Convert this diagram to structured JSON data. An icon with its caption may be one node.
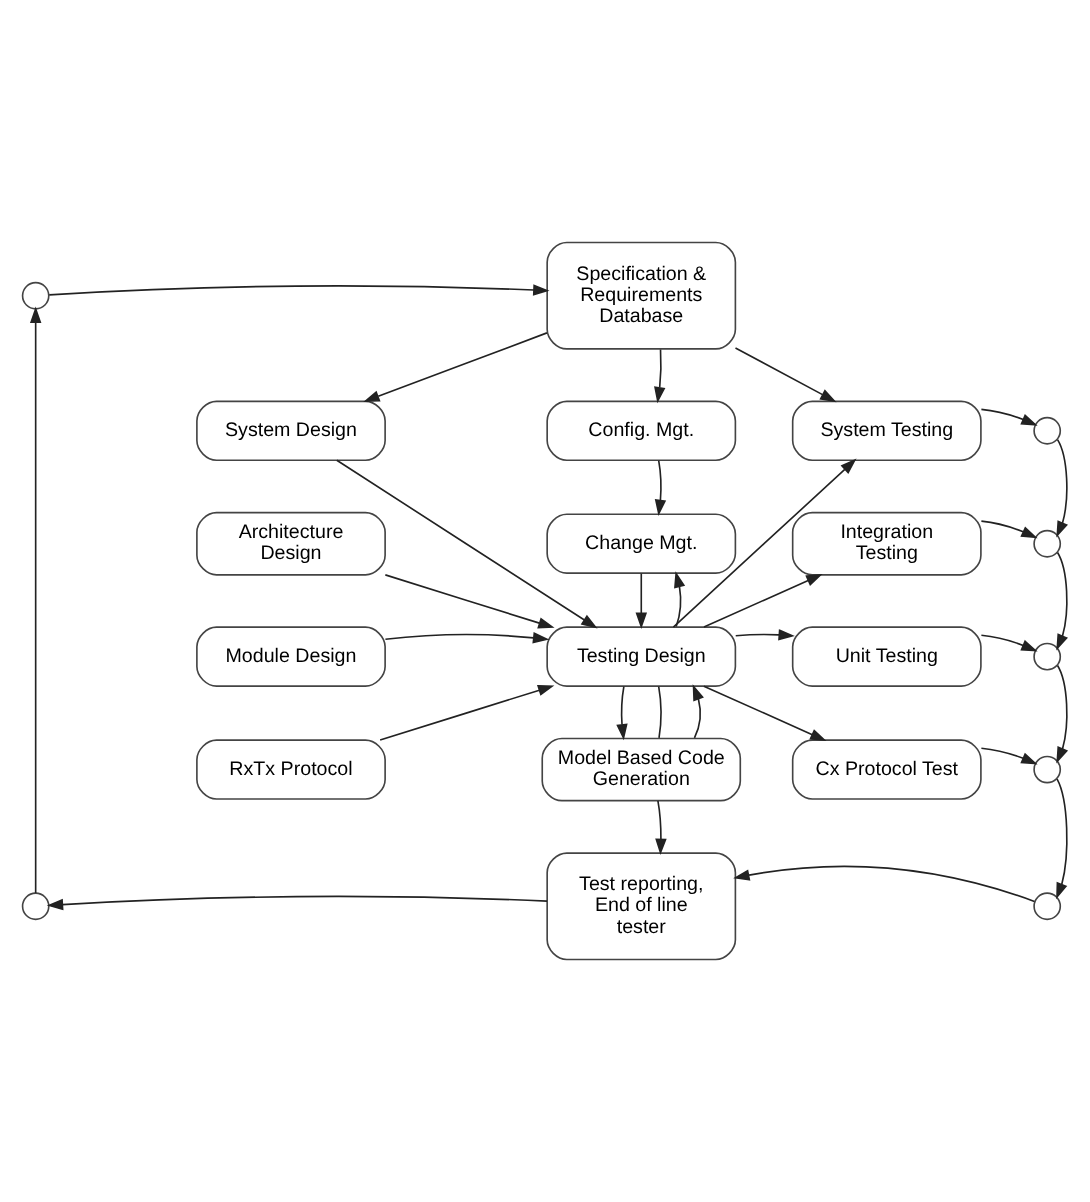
{
  "diagram": {
    "nodes": [
      {
        "text": [
          "Specification & Requirements Database"
        ]
      },
      {
        "text": [
          "System Design"
        ]
      },
      {
        "text": [
          "Config. Mgt."
        ]
      },
      {
        "text": [
          "System Testing"
        ]
      },
      {
        "text": [
          "Architecture Design"
        ]
      },
      {
        "text": [
          "Change Mgt."
        ]
      },
      {
        "text": [
          "Integration Testing"
        ]
      },
      {
        "text": [
          "Module Design"
        ]
      },
      {
        "text": [
          "Testing Design"
        ]
      },
      {
        "text": [
          "Unit Testing"
        ]
      },
      {
        "text": [
          "RxTx Protocol"
        ]
      },
      {
        "text": [
          "Model Based Code Generation"
        ]
      },
      {
        "text": [
          "Cx Protocol Test"
        ]
      },
      {
        "text": [
          "Test reporting, End of line tester"
        ]
      },
      {
        "text": [],
        "shape": "circle"
      },
      {
        "text": [],
        "shape": "circle"
      },
      {
        "text": [],
        "shape": "circle"
      },
      {
        "text": [],
        "shape": "circle"
      },
      {
        "text": [],
        "shape": "circle"
      },
      {
        "text": [],
        "shape": "circle"
      },
      {
        "text": [],
        "shape": "circle"
      }
    ],
    "edges": [
      {
        "from": 0,
        "to": 1,
        "arrow": "to"
      },
      {
        "from": 0,
        "to": 2,
        "arrow": "to"
      },
      {
        "from": 0,
        "to": 3,
        "arrow": "to"
      },
      {
        "from": 2,
        "to": 5,
        "arrow": "to"
      },
      {
        "from": 1,
        "to": 8,
        "arrow": "to"
      },
      {
        "from": 4,
        "to": 8,
        "arrow": "to"
      },
      {
        "from": 7,
        "to": 8,
        "arrow": "to"
      },
      {
        "from": 10,
        "to": 8,
        "arrow": "to"
      },
      {
        "from": 5,
        "to": 8,
        "arrow": "to"
      },
      {
        "from": 8,
        "to": 5,
        "arrow": "to"
      },
      {
        "from": 8,
        "to": 3,
        "arrow": "to"
      },
      {
        "from": 8,
        "to": 6,
        "arrow": "to"
      },
      {
        "from": 8,
        "to": 9,
        "arrow": "to"
      },
      {
        "from": 8,
        "to": 12,
        "arrow": "to"
      },
      {
        "from": 8,
        "to": 11,
        "arrow": "to"
      },
      {
        "from": 8,
        "to": 11,
        "arrow": "none"
      },
      {
        "from": 11,
        "to": 8,
        "arrow": "to"
      },
      {
        "from": 11,
        "to": 13,
        "arrow": "to"
      },
      {
        "from": 3,
        "to": 15,
        "arrow": "to"
      },
      {
        "from": 6,
        "to": 16,
        "arrow": "to"
      },
      {
        "from": 9,
        "to": 17,
        "arrow": "to"
      },
      {
        "from": 12,
        "to": 18,
        "arrow": "to"
      },
      {
        "from": 15,
        "to": 16,
        "arrow": "to"
      },
      {
        "from": 16,
        "to": 17,
        "arrow": "to"
      },
      {
        "from": 17,
        "to": 18,
        "arrow": "to"
      },
      {
        "from": 18,
        "to": 19,
        "arrow": "to"
      },
      {
        "from": 19,
        "to": 13,
        "arrow": "to"
      },
      {
        "from": 13,
        "to": 20,
        "arrow": "to"
      },
      {
        "from": 20,
        "to": 14,
        "arrow": "to"
      },
      {
        "from": 14,
        "to": 0,
        "arrow": "to"
      }
    ]
  }
}
